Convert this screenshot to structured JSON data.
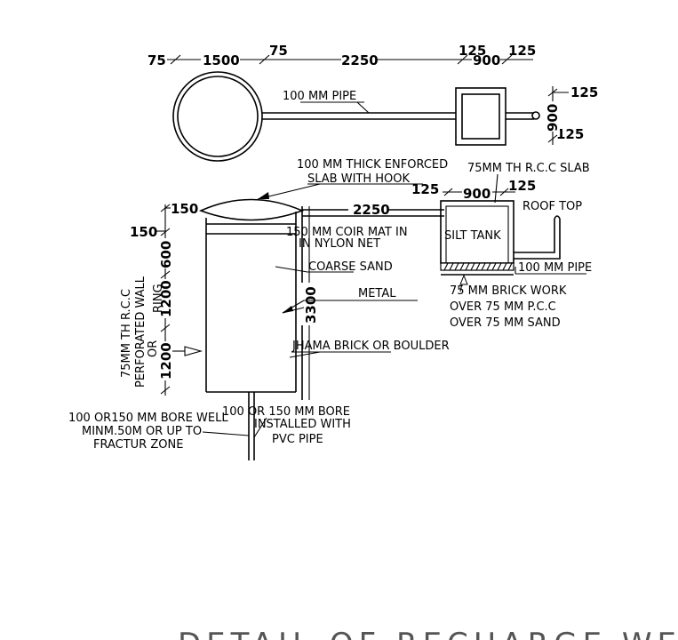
{
  "plan": {
    "dims": {
      "d75_left": "75",
      "d1500": "1500",
      "d75_mid": "75",
      "d2250": "2250",
      "d125_a": "125",
      "d900": "900",
      "d125_b": "125",
      "d125_right_top": "125",
      "d900_vert": "900",
      "d125_right_bot": "125"
    },
    "pipe_label": "100 MM PIPE"
  },
  "section": {
    "slab_label_1": "100 MM THICK ENFORCED",
    "slab_label_2": "SLAB WITH HOOK",
    "rcc_slab_label": "75MM TH R.C.C SLAB",
    "dims": {
      "d125_left": "125",
      "d900": "900",
      "d125_right": "125",
      "d150_top": "150",
      "d150_left": "150",
      "d2250": "2250",
      "d600": "600",
      "d1200_a": "1200",
      "d1200_b": "1200",
      "d3300": "3300"
    },
    "roof_top": "ROOF   TOP",
    "coir_1": "150 MM COIR MAT IN",
    "coir_2": "IN  NYLON  NET",
    "silt_tank": "SILT TANK",
    "pipe_label": "100 MM PIPE",
    "coarse_sand": "COARSE SAND",
    "metal": "METAL",
    "brick_1": "75 MM BRICK WORK",
    "brick_2": "OVER 75 MM P.C.C",
    "brick_3": "OVER 75 MM SAND",
    "jhama": "JHAMA BRICK OR BOULDER",
    "wall_1": "75MM TH R.C.C",
    "wall_2": "PERFORATED WALL",
    "wall_3": "OR",
    "wall_4": "RING",
    "bore_left_1": "100   OR150   MM BORE WELL",
    "bore_left_2": "MINM.50M OR UP TO",
    "bore_left_3": "FRACTUR ZONE",
    "bore_right_1": "100 OR 150   MM BORE",
    "bore_right_2": "INSTALLED WITH",
    "bore_right_3": "PVC   PIPE"
  },
  "title": "DETAIL  OF  RECHARGE  WELL"
}
